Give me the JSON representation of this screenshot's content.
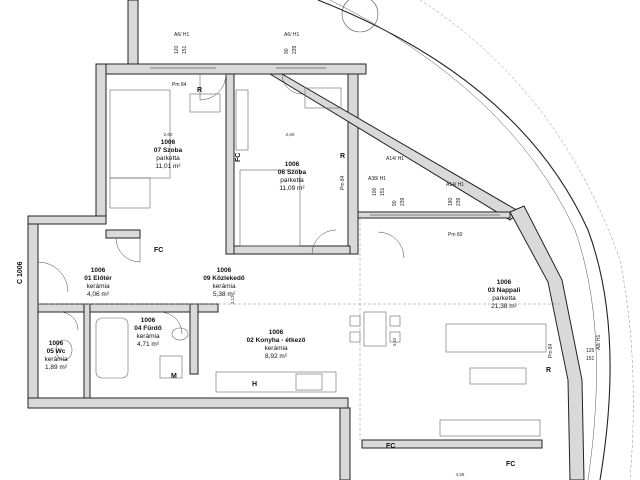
{
  "rooms": [
    {
      "id": "07",
      "num": "1006",
      "name": "07 Szoba",
      "floor": "parketta",
      "area": "11,01 m²"
    },
    {
      "id": "06",
      "num": "1006",
      "name": "06 Szoba",
      "floor": "parketta",
      "area": "11,09 m²"
    },
    {
      "id": "01",
      "num": "1006",
      "name": "01 Előtér",
      "floor": "kerámia",
      "area": "4,06 m²"
    },
    {
      "id": "09",
      "num": "1006",
      "name": "09 Közlekedő",
      "floor": "kerámia",
      "area": "5,38 m²"
    },
    {
      "id": "05",
      "num": "1006",
      "name": "05 Wc",
      "floor": "kerámia",
      "area": "1,89 m²"
    },
    {
      "id": "04",
      "num": "1006",
      "name": "04 Fürdő",
      "floor": "kerámia",
      "area": "4,71 m²"
    },
    {
      "id": "02",
      "num": "1006",
      "name": "02 Konyha - étkező",
      "floor": "kerámia",
      "area": "8,92 m²"
    },
    {
      "id": "03",
      "num": "1006",
      "name": "03 Nappali",
      "floor": "parketta",
      "area": "21,38 m²"
    }
  ],
  "window_tags": {
    "a6_h1_left": "A6/ H1",
    "a6_h1_right": "A6/ H1",
    "a38_h1": "A38/ H1",
    "a14_h1_upper": "A14/ H1",
    "a14_h1_lower": "A14/ H1",
    "a8_h1": "A8/ H1"
  },
  "window_dims": {
    "w1": "120",
    "h1": "151",
    "w2": "90",
    "h2": "239",
    "w3": "100",
    "h3": "151",
    "w4": "90",
    "h4": "239",
    "w5": "180",
    "h5": "239",
    "w6": "125",
    "h6": "151"
  },
  "labels": {
    "pm84_top": "Pm 84",
    "pm84_mid": "Pm 84",
    "pm84_right": "Pm 84",
    "pm60": "Pm 60",
    "fc_06": "FC",
    "fc_01": "FC",
    "fc_bottom_left": "FC",
    "fc_bottom_right": "FC",
    "r_07": "R",
    "r_06": "R",
    "r_03": "R",
    "m_bath": "M",
    "h_kitchen": "H",
    "c1006": "C 1006",
    "d1": "2,60",
    "d2": "2,60",
    "d3": "4,58",
    "d4": "3,62",
    "d5": "3,12"
  }
}
